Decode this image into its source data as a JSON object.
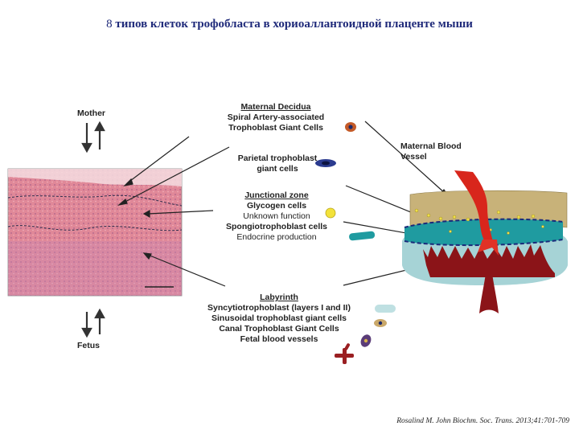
{
  "title": {
    "number": "8",
    "text": "типов клеток трофобласта в хориоаллантоидной плаценте мыши"
  },
  "sides": {
    "mother": "Mother",
    "fetus": "Fetus"
  },
  "decidua": {
    "heading": "Maternal Decidua",
    "line1": "Spiral Artery-associated",
    "line2": "Trophoblast Giant Cells"
  },
  "parietal": {
    "line1": "Parietal trophoblast",
    "line2": "giant cells"
  },
  "junctional": {
    "heading": "Junctional zone",
    "glycogen": "Glycogen cells",
    "glycogen_fn": "Unknown function",
    "spongio": "Spongiotrophoblast cells",
    "spongio_fn": "Endocrine production"
  },
  "labyrinth": {
    "heading": "Labyrinth",
    "syncytio": "Syncytiotrophoblast (layers I and II)",
    "sinusoidal": "Sinusoidal trophoblast giant cells",
    "canal": "Canal Trophoblast Giant Cells",
    "vessels": "Fetal blood vessels"
  },
  "maternal_vessel": {
    "line1": "Maternal Blood",
    "line2": "Vessel"
  },
  "citation": "Rosalind M. John Biochm. Soc. Trans. 2013;41:701-709",
  "colors": {
    "title": "#1f2a7a",
    "artery": "#d8261c",
    "fetal_vessel": "#8b1418",
    "decidua": "#c8b279",
    "junctional": "#1f9ba0",
    "labyrinth": "#a6d3d6",
    "tissue": "#e48a95"
  }
}
